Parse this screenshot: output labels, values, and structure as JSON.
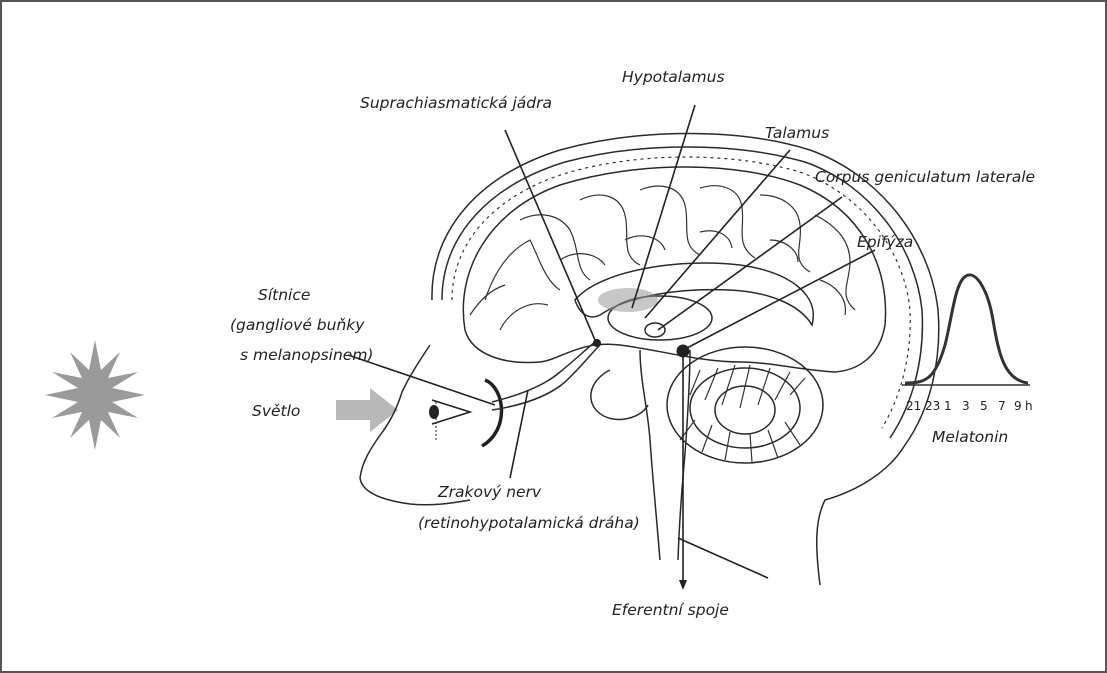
{
  "labels": {
    "suprachiasmatic": "Suprachiasmatická jádra",
    "hypothalamus": "Hypotalamus",
    "thalamus": "Talamus",
    "lgn": "Corpus geniculatum laterale",
    "epiphysis": "Epifýza",
    "retina_line1": "Sítnice",
    "retina_line2": "(gangliové buňky",
    "retina_line3": "s melanopsinem)",
    "light": "Světlo",
    "optic_nerve_line1": "Zrakový nerv",
    "optic_nerve_line2": "(retinohypotalamická dráha)",
    "efferent": "Eferentní spoje"
  },
  "melatonin": {
    "label": "Melatonin",
    "ticks": [
      "21",
      "23",
      "1",
      "3",
      "5",
      "7",
      "9",
      "h"
    ]
  },
  "colors": {
    "sun": "#9a9a9a",
    "arrow": "#b8b8b8",
    "line": "#222222",
    "melatonin_curve": "#333333"
  },
  "icons": {
    "sun": "sun-icon",
    "eye": "eye-icon",
    "brain": "brain-sagittal-illustration"
  }
}
